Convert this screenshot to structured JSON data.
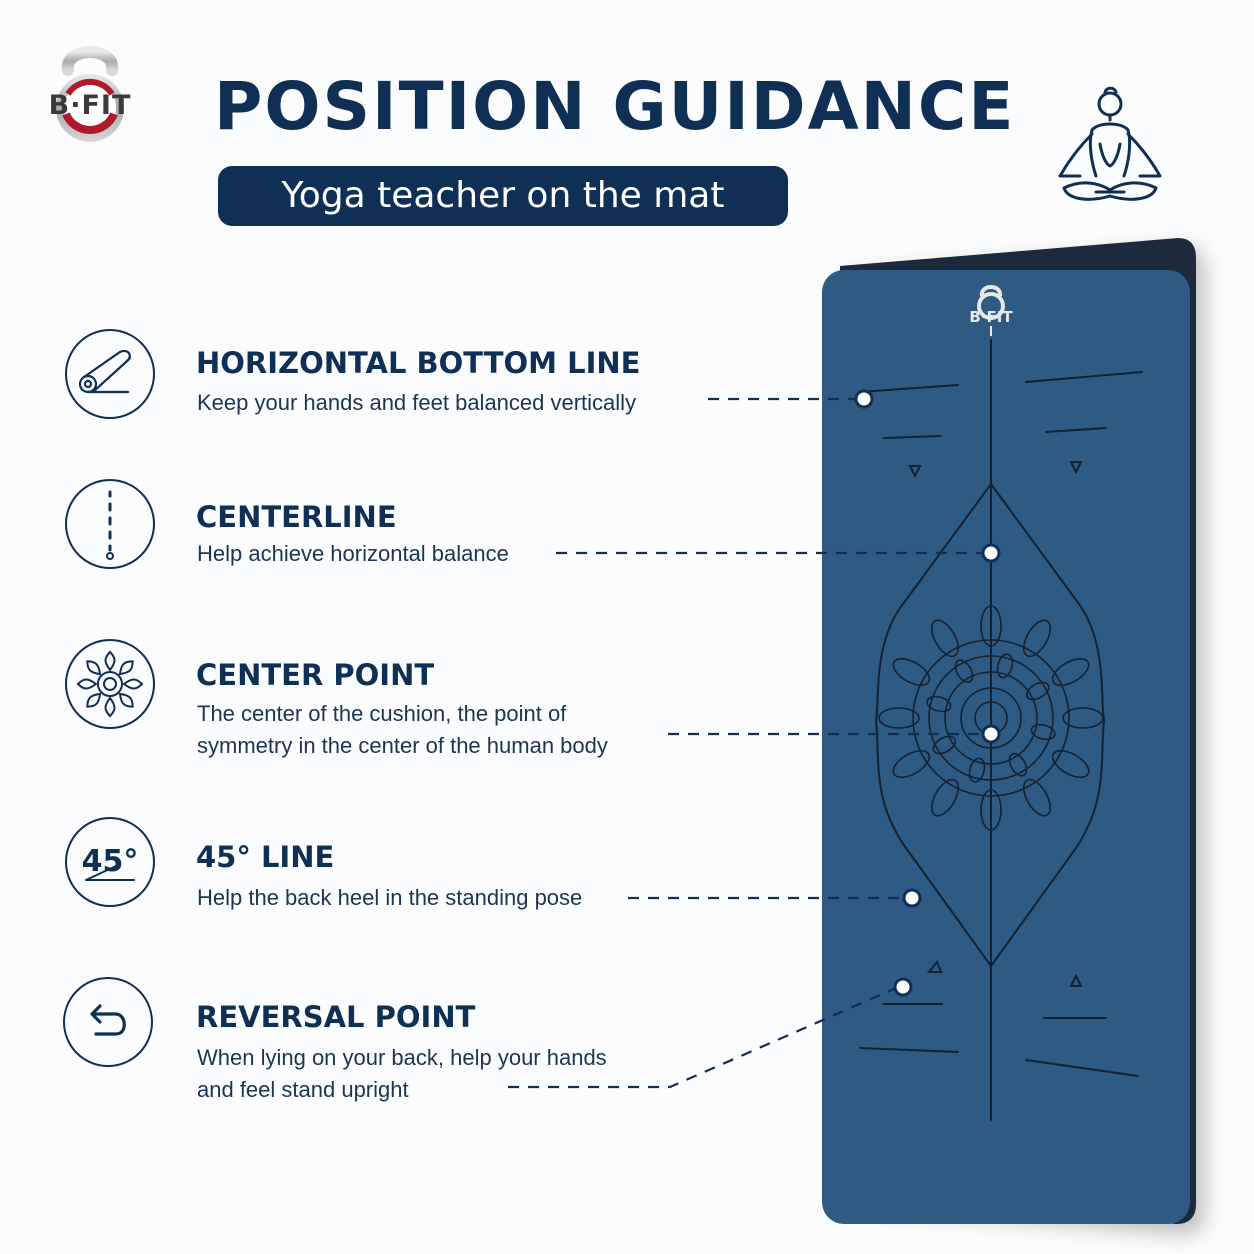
{
  "brand": {
    "logo_text": "B·FIT",
    "mat_logo_text": "B·FIT"
  },
  "header": {
    "title": "POSITION GUIDANCE",
    "subtitle": "Yoga teacher on the mat"
  },
  "icons": {
    "logo": "kettlebell-logo-icon",
    "header": "meditation-pose-icon",
    "features": [
      "rolled-mat-icon",
      "dotted-centerline-icon",
      "mandala-icon",
      "angle-45-icon",
      "return-arrow-icon"
    ]
  },
  "features": [
    {
      "title": "HORIZONTAL BOTTOM LINE",
      "desc": [
        "Keep your hands and feet balanced vertically"
      ]
    },
    {
      "title": "CENTERLINE",
      "desc": [
        "Help achieve horizontal balance"
      ]
    },
    {
      "title": "CENTER POINT",
      "desc": [
        "The center of the cushion, the point of",
        "symmetry in the center of the human body"
      ]
    },
    {
      "title": "45° LINE",
      "desc": [
        "Help the back heel in the standing pose"
      ]
    },
    {
      "title": "REVERSAL POINT",
      "desc": [
        "When lying on your back, help your hands",
        "and feel stand upright"
      ]
    }
  ],
  "angle_icon_text": "45°",
  "colors": {
    "navy": "#0f2f55",
    "mat": "#2e5a84",
    "mat_edge": "#1d2b3a",
    "background": "#fbfcfd"
  }
}
